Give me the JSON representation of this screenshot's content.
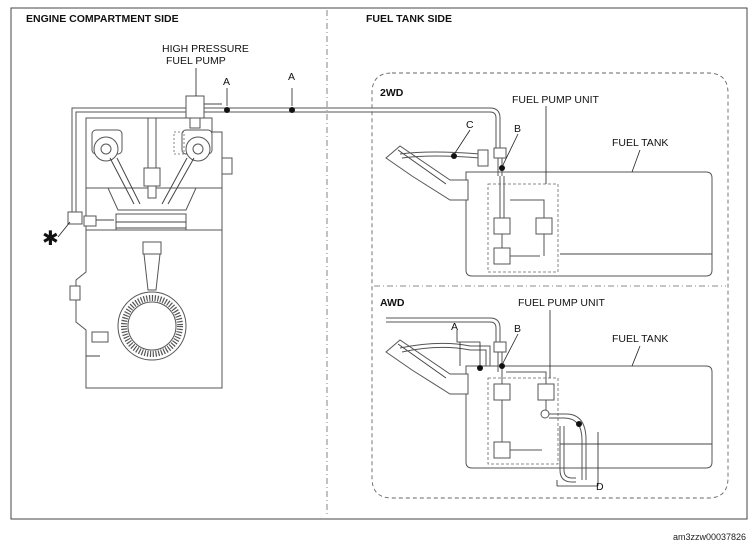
{
  "headers": {
    "engine_side": "ENGINE COMPARTMENT SIDE",
    "tank_side": "FUEL TANK SIDE"
  },
  "labels": {
    "hp_pump_line1": "HIGH PRESSURE",
    "hp_pump_line2": "FUEL PUMP",
    "fuel_pump_unit": "FUEL PUMP UNIT",
    "fuel_tank": "FUEL TANK",
    "variant_2wd": "2WD",
    "variant_awd": "AWD",
    "point_a": "A",
    "point_b": "B",
    "point_c": "C",
    "point_d": "D",
    "asterisk": "✱"
  },
  "reference_code": "am3zzw00037826"
}
